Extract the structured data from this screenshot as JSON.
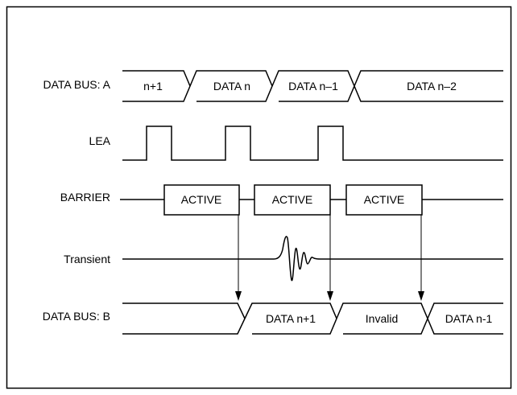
{
  "signals": {
    "data_bus_a": {
      "label": "DATA BUS: A",
      "cells": [
        "n+1",
        "DATA n",
        "DATA n–1",
        "DATA n–2"
      ]
    },
    "lea": {
      "label": "LEA"
    },
    "barrier": {
      "label": "BARRIER",
      "states": [
        "ACTIVE",
        "ACTIVE",
        "ACTIVE"
      ]
    },
    "transient": {
      "label": "Transient"
    },
    "data_bus_b": {
      "label": "DATA BUS: B",
      "cells": [
        "DATA n+1",
        "Invalid",
        "DATA n-1"
      ]
    }
  }
}
